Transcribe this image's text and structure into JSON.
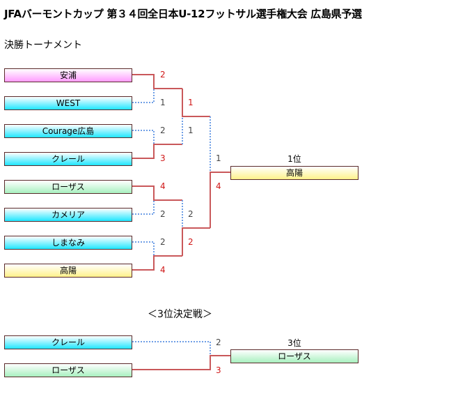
{
  "title": "JFAバーモントカップ 第３４回全日本U-12フットサル選手権大会 広島県予選",
  "subtitle": "決勝トーナメント",
  "teams": [
    "安浦",
    "WEST",
    "Courage広島",
    "クレール",
    "ローザス",
    "カメリア",
    "しまなみ",
    "高陽"
  ],
  "scores_r1": [
    "2",
    "1",
    "2",
    "3",
    "4",
    "2",
    "2",
    "4"
  ],
  "scores_r2": [
    "1",
    "1",
    "2",
    "2"
  ],
  "scores_final": [
    "1",
    "4"
  ],
  "champion": {
    "rank": "1位",
    "name": "高陽"
  },
  "third_place": {
    "heading": "＜3位決定戦＞",
    "teams": [
      "クレール",
      "ローザス"
    ],
    "scores": [
      "2",
      "3"
    ],
    "rank": "3位",
    "winner": "ローザス"
  },
  "colors": {
    "win_line": "#c9585a",
    "lose_line": "#6f9fe6",
    "win_text": "#d01818"
  }
}
